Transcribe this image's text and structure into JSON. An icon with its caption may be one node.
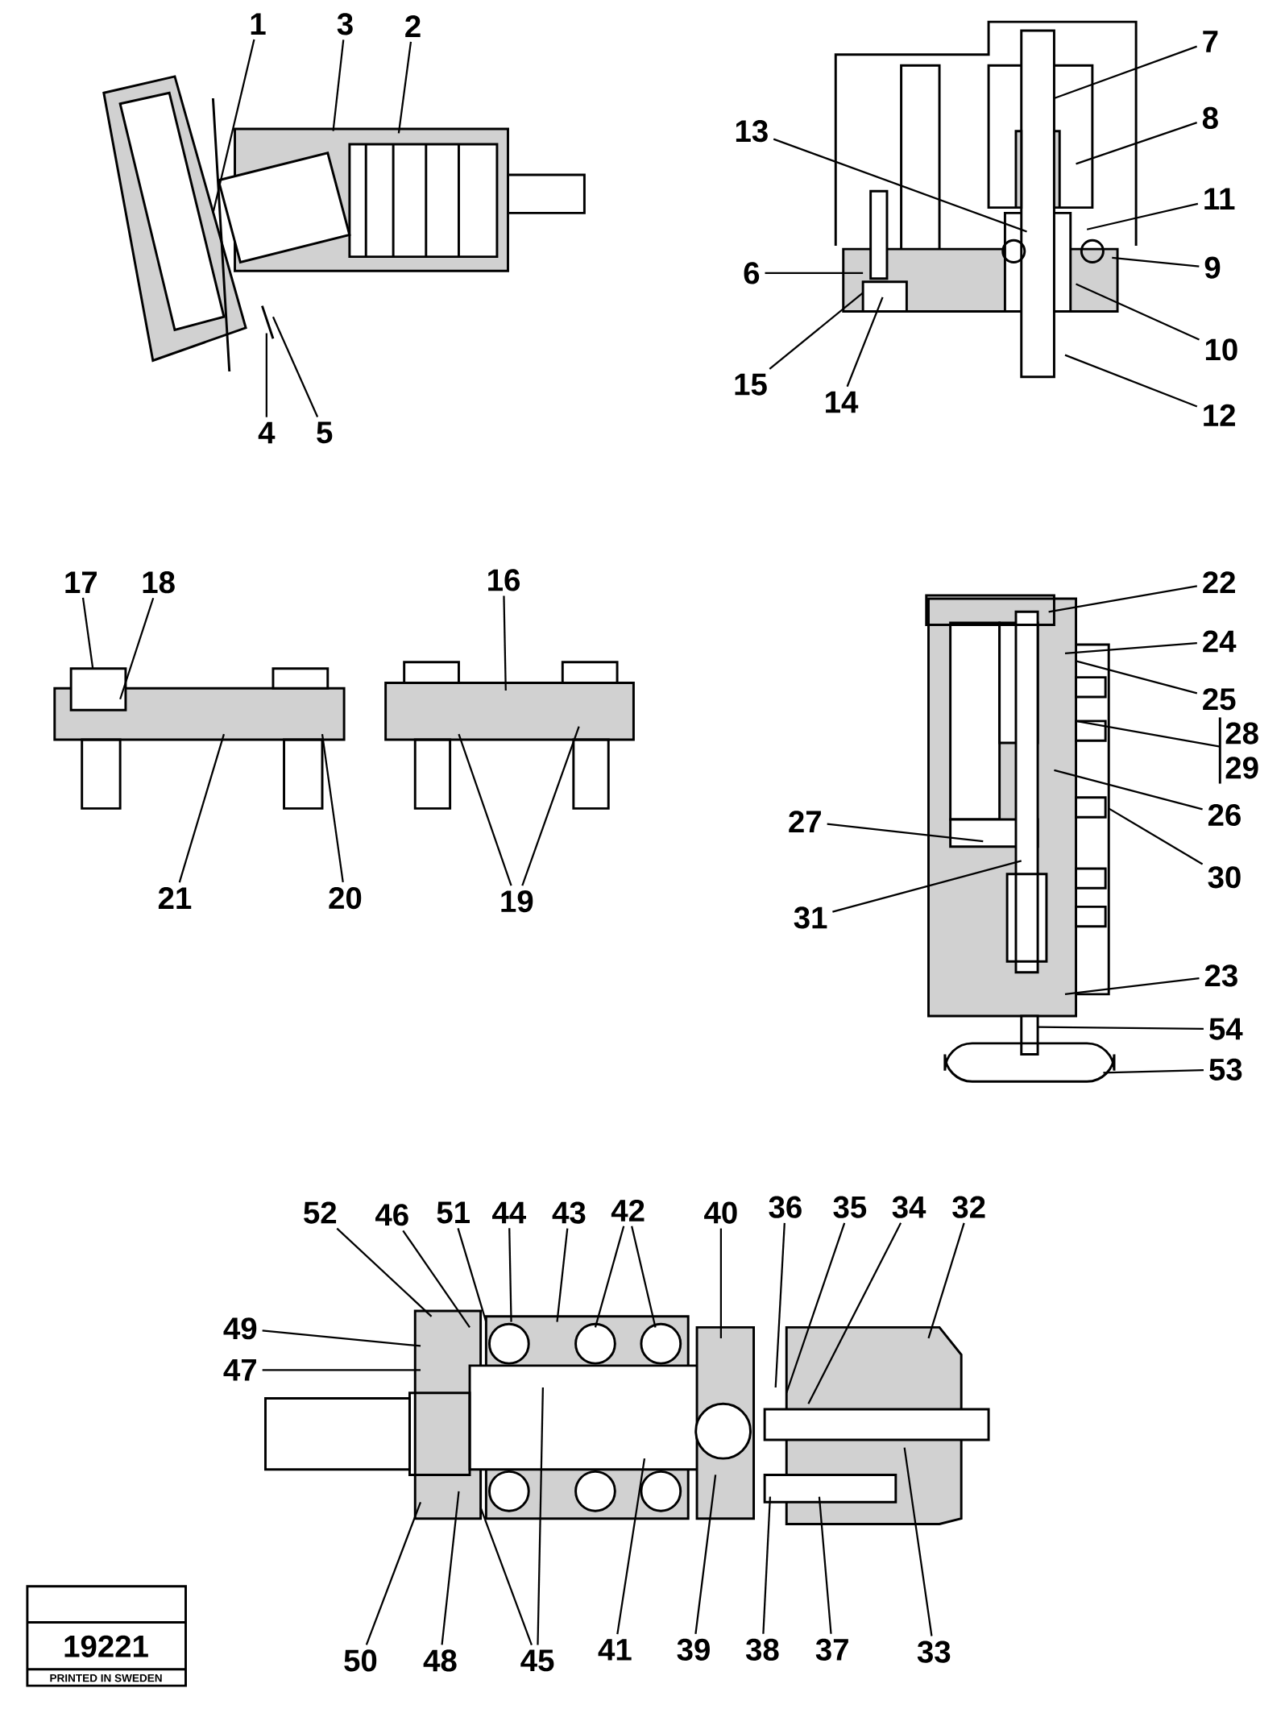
{
  "diagram": {
    "nodes": [
      {
        "text": [
          "1"
        ]
      },
      {
        "text": [
          "3"
        ]
      },
      {
        "text": [
          "2"
        ]
      },
      {
        "text": [
          "7"
        ]
      },
      {
        "text": [
          "8"
        ]
      },
      {
        "text": [
          "13"
        ]
      },
      {
        "text": [
          "11"
        ]
      },
      {
        "text": [
          "6"
        ]
      },
      {
        "text": [
          "9"
        ]
      },
      {
        "text": [
          "10"
        ]
      },
      {
        "text": [
          "15"
        ]
      },
      {
        "text": [
          "14"
        ]
      },
      {
        "text": [
          "12"
        ]
      },
      {
        "text": [
          "4"
        ]
      },
      {
        "text": [
          "5"
        ]
      },
      {
        "text": [
          "17"
        ]
      },
      {
        "text": [
          "18"
        ]
      },
      {
        "text": [
          "16"
        ]
      },
      {
        "text": [
          "22"
        ]
      },
      {
        "text": [
          "24"
        ]
      },
      {
        "text": [
          "25"
        ]
      },
      {
        "text": [
          "28",
          "29"
        ]
      },
      {
        "text": [
          "26"
        ]
      },
      {
        "text": [
          "27"
        ]
      },
      {
        "text": [
          "30"
        ]
      },
      {
        "text": [
          "21"
        ]
      },
      {
        "text": [
          "20"
        ]
      },
      {
        "text": [
          "19"
        ]
      },
      {
        "text": [
          "31"
        ]
      },
      {
        "text": [
          "23"
        ]
      },
      {
        "text": [
          "54"
        ]
      },
      {
        "text": [
          "53"
        ]
      },
      {
        "text": [
          "52"
        ]
      },
      {
        "text": [
          "46"
        ]
      },
      {
        "text": [
          "51"
        ]
      },
      {
        "text": [
          "44"
        ]
      },
      {
        "text": [
          "43"
        ]
      },
      {
        "text": [
          "42"
        ]
      },
      {
        "text": [
          "40"
        ]
      },
      {
        "text": [
          "36"
        ]
      },
      {
        "text": [
          "35"
        ]
      },
      {
        "text": [
          "34"
        ]
      },
      {
        "text": [
          "32"
        ]
      },
      {
        "text": [
          "49"
        ]
      },
      {
        "text": [
          "47"
        ]
      },
      {
        "text": [
          "50"
        ]
      },
      {
        "text": [
          "48"
        ]
      },
      {
        "text": [
          "45"
        ]
      },
      {
        "text": [
          "41"
        ]
      },
      {
        "text": [
          "39"
        ]
      },
      {
        "text": [
          "38"
        ]
      },
      {
        "text": [
          "37"
        ]
      },
      {
        "text": [
          "33"
        ]
      },
      {
        "text": [],
        "shape": "picture"
      },
      {
        "text": [],
        "shape": "picture"
      },
      {
        "text": [],
        "shape": "picture"
      },
      {
        "text": [],
        "shape": "picture"
      },
      {
        "text": [],
        "shape": "picture"
      },
      {
        "text": [],
        "shape": "picture"
      }
    ],
    "edges": [
      {
        "from": 0,
        "to": 53,
        "arrow": "none"
      },
      {
        "from": 1,
        "to": 53,
        "arrow": "none"
      },
      {
        "from": 2,
        "to": 53,
        "arrow": "none"
      },
      {
        "from": 3,
        "to": 54,
        "arrow": "none"
      },
      {
        "from": 4,
        "to": 54,
        "arrow": "none"
      },
      {
        "from": 5,
        "to": 54,
        "arrow": "none"
      },
      {
        "from": 6,
        "to": 54,
        "arrow": "none"
      },
      {
        "from": 7,
        "to": 54,
        "arrow": "none"
      },
      {
        "from": 8,
        "to": 54,
        "arrow": "none"
      },
      {
        "from": 9,
        "to": 54,
        "arrow": "none"
      },
      {
        "from": 10,
        "to": 54,
        "arrow": "none"
      },
      {
        "from": 11,
        "to": 54,
        "arrow": "none"
      },
      {
        "from": 12,
        "to": 54,
        "arrow": "none"
      },
      {
        "from": 13,
        "to": 53,
        "arrow": "none"
      },
      {
        "from": 14,
        "to": 53,
        "arrow": "none"
      },
      {
        "from": 15,
        "to": 55,
        "arrow": "none"
      },
      {
        "from": 16,
        "to": 55,
        "arrow": "none"
      },
      {
        "from": 17,
        "to": 56,
        "arrow": "none"
      },
      {
        "from": 18,
        "to": 57,
        "arrow": "none"
      },
      {
        "from": 19,
        "to": 57,
        "arrow": "none"
      },
      {
        "from": 20,
        "to": 57,
        "arrow": "none"
      },
      {
        "from": 21,
        "to": 57,
        "arrow": "none"
      },
      {
        "from": 22,
        "to": 57,
        "arrow": "none"
      },
      {
        "from": 23,
        "to": 57,
        "arrow": "none"
      },
      {
        "from": 24,
        "to": 57,
        "arrow": "none"
      },
      {
        "from": 25,
        "to": 55,
        "arrow": "none"
      },
      {
        "from": 26,
        "to": 55,
        "arrow": "none"
      },
      {
        "from": 27,
        "to": 56,
        "arrow": "none"
      },
      {
        "from": 27,
        "to": 56,
        "arrow": "none"
      },
      {
        "from": 28,
        "to": 57,
        "arrow": "none"
      },
      {
        "from": 29,
        "to": 57,
        "arrow": "none"
      },
      {
        "from": 30,
        "to": 57,
        "arrow": "none"
      },
      {
        "from": 31,
        "to": 57,
        "arrow": "none"
      },
      {
        "from": 32,
        "to": 58,
        "arrow": "none"
      },
      {
        "from": 33,
        "to": 58,
        "arrow": "none"
      },
      {
        "from": 34,
        "to": 58,
        "arrow": "none"
      },
      {
        "from": 35,
        "to": 58,
        "arrow": "none"
      },
      {
        "from": 36,
        "to": 58,
        "arrow": "none"
      },
      {
        "from": 37,
        "to": 58,
        "arrow": "none"
      },
      {
        "from": 37,
        "to": 58,
        "arrow": "none"
      },
      {
        "from": 38,
        "to": 58,
        "arrow": "none"
      },
      {
        "from": 39,
        "to": 58,
        "arrow": "none"
      },
      {
        "from": 40,
        "to": 58,
        "arrow": "none"
      },
      {
        "from": 41,
        "to": 58,
        "arrow": "none"
      },
      {
        "from": 42,
        "to": 58,
        "arrow": "none"
      },
      {
        "from": 43,
        "to": 58,
        "arrow": "none"
      },
      {
        "from": 44,
        "to": 58,
        "arrow": "none"
      },
      {
        "from": 45,
        "to": 58,
        "arrow": "none"
      },
      {
        "from": 46,
        "to": 58,
        "arrow": "none"
      },
      {
        "from": 47,
        "to": 58,
        "arrow": "none"
      },
      {
        "from": 47,
        "to": 58,
        "arrow": "none"
      },
      {
        "from": 48,
        "to": 58,
        "arrow": "none"
      },
      {
        "from": 49,
        "to": 58,
        "arrow": "none"
      },
      {
        "from": 50,
        "to": 58,
        "arrow": "none"
      },
      {
        "from": 51,
        "to": 58,
        "arrow": "none"
      },
      {
        "from": 52,
        "to": 58,
        "arrow": "none"
      }
    ],
    "labels": [
      "19221",
      "PRINTED IN SWEDEN"
    ]
  }
}
